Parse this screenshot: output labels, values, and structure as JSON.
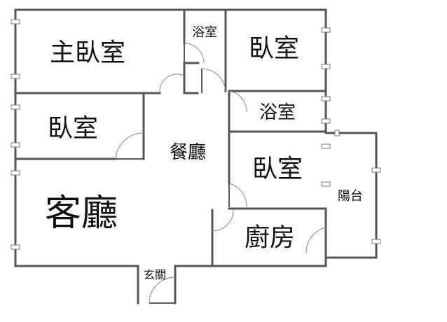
{
  "floor_plan": {
    "rooms": {
      "master_bedroom": "主臥室",
      "bathroom_top": "浴室",
      "bedroom_top_right": "臥室",
      "bathroom_mid": "浴室",
      "bedroom_left": "臥室",
      "dining_room": "餐廳",
      "bedroom_mid_right": "臥室",
      "living_room": "客廳",
      "balcony": "陽台",
      "kitchen": "廚房",
      "entrance": "玄關"
    }
  }
}
